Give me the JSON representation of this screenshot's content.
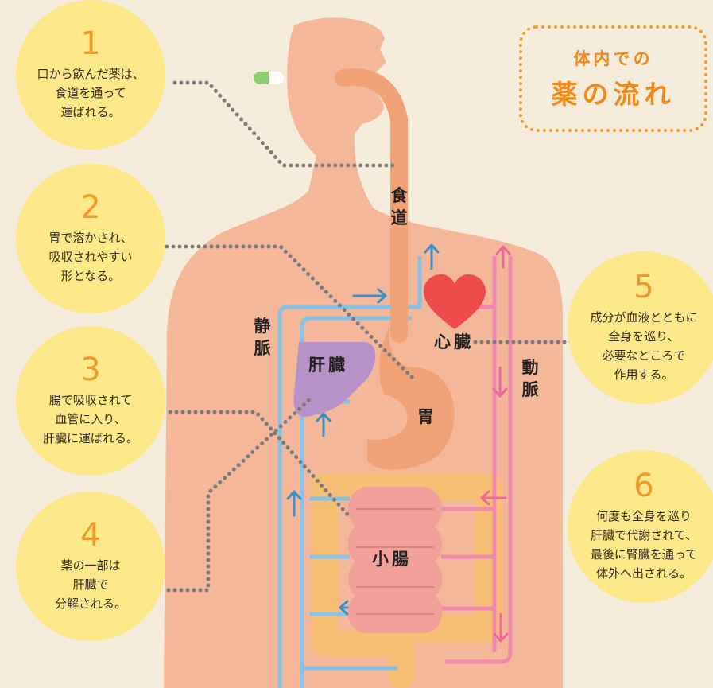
{
  "title": {
    "line1": "体内での",
    "line2": "薬の流れ"
  },
  "organs": {
    "esophagus": "食道",
    "heart": "心臓",
    "liver": "肝臓",
    "stomach": "胃",
    "small_intestine": "小腸",
    "vein": "静脈",
    "artery": "動脈"
  },
  "steps": [
    {
      "number": "1",
      "text": "口から飲んだ薬は、\n食道を通って\n運ばれる。"
    },
    {
      "number": "2",
      "text": "胃で溶かされ、\n吸収されやすい\n形となる。"
    },
    {
      "number": "3",
      "text": "腸で吸収されて\n血管に入り、\n肝臓に運ばれる。"
    },
    {
      "number": "4",
      "text": "薬の一部は\n肝臓で\n分解される。"
    },
    {
      "number": "5",
      "text": "成分が血液とともに\n全身を巡り、\n必要なところで\n作用する。"
    },
    {
      "number": "6",
      "text": "何度も全身を巡り\n肝臓で代謝されて、\n最後に腎臓を通って\n体外へ出される。"
    }
  ],
  "colors": {
    "background": "#f5ecdc",
    "body": "#f5b79a",
    "circle": "#fde98a",
    "number": "#f09a2a",
    "esophagus": "#f2a277",
    "vein": "#86c2e6",
    "artery": "#f089ad",
    "liver": "#b792c8",
    "heart": "#ee4b4b",
    "intestine_small": "#f1a09a",
    "intestine_large": "#f7bf74",
    "dotted_line": "#7b7b7b"
  },
  "icons": {
    "pill": "capsule-icon",
    "heart": "heart-icon"
  }
}
